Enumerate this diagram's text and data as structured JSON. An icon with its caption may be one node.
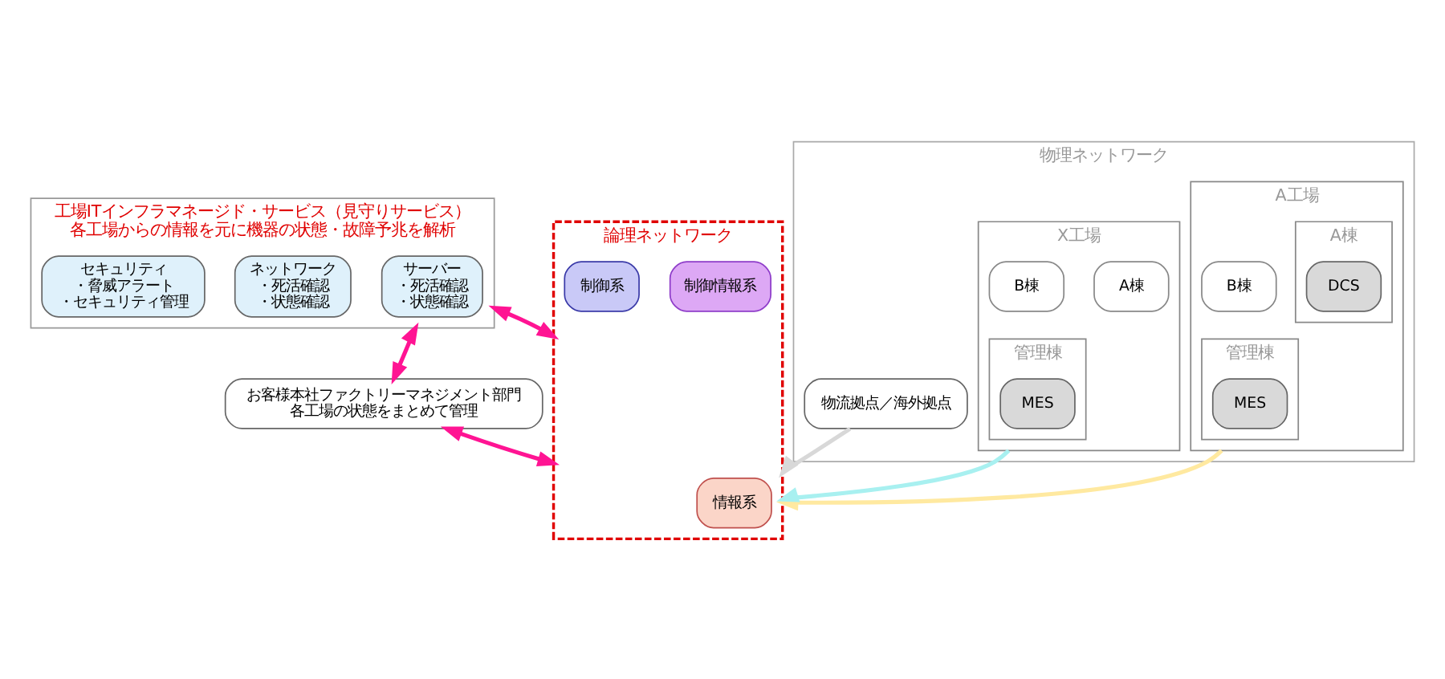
{
  "diagram": {
    "nodes": [
      {
        "text": [
          "工場ITインフラマネージド・サービス（見守りサービス）",
          "各工場からの情報を元に機器の状態・故障予兆を解析"
        ]
      },
      {
        "text": [
          "サーバー",
          "・死活確認",
          "・状態確認"
        ],
        "in": 0
      },
      {
        "text": [
          "ネットワーク",
          "・死活確認",
          "・状態確認"
        ],
        "in": 0
      },
      {
        "text": [
          "セキュリティ",
          "・脅威アラート",
          "・セキュリティ管理"
        ],
        "in": 0
      },
      {
        "text": [
          "お客様本社ファクトリーマネジメント部門",
          "各工場の状態をまとめて管理"
        ]
      },
      {
        "text": [
          "論理ネットワーク"
        ]
      },
      {
        "text": [
          "情報系"
        ],
        "in": 5
      },
      {
        "text": [
          "制御情報系"
        ],
        "in": 5
      },
      {
        "text": [
          "制御系"
        ],
        "in": 5
      },
      {
        "text": [
          "物理ネットワーク"
        ]
      },
      {
        "text": [
          "A工場"
        ],
        "in": 9
      },
      {
        "text": [
          "管理棟"
        ],
        "in": 10
      },
      {
        "text": [
          "MES"
        ],
        "in": 11
      },
      {
        "text": [
          "A棟"
        ],
        "in": 10
      },
      {
        "text": [
          "B棟"
        ],
        "in": 10
      },
      {
        "text": [
          "DCS"
        ],
        "in": 13
      },
      {
        "text": [
          "X工場"
        ],
        "in": 9
      },
      {
        "text": [
          "管理棟"
        ],
        "in": 16
      },
      {
        "text": [
          "MES"
        ],
        "in": 17
      },
      {
        "text": [
          "A棟"
        ],
        "in": 16
      },
      {
        "text": [
          "B棟"
        ],
        "in": 16
      },
      {
        "text": [
          "物流拠点／海外拠点"
        ],
        "in": 9
      }
    ],
    "edges": [
      {
        "from": 0,
        "to": 4,
        "arrow": "both",
        "color": "#ff1493"
      },
      {
        "from": 0,
        "to": 5,
        "arrow": "both",
        "color": "#ff1493"
      },
      {
        "from": 4,
        "to": 5,
        "arrow": "both",
        "color": "#ff1493"
      },
      {
        "from": 10,
        "to": 5,
        "arrow": "to",
        "color": "#ffe9a0"
      },
      {
        "from": 16,
        "to": 5,
        "arrow": "to",
        "color": "#a8f0f0"
      },
      {
        "from": 21,
        "to": 5,
        "arrow": "to",
        "color": "#d8d8d8"
      }
    ]
  }
}
